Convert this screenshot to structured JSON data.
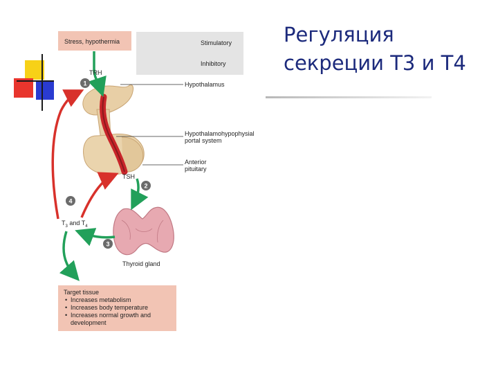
{
  "title": {
    "line1": "Регуляция",
    "line2": "секреции Т3 и Т4"
  },
  "diagram": {
    "stimulus": "Stress, hypothermia",
    "legend": {
      "stimulatory": "Stimulatory",
      "inhibitory": "Inhibitory",
      "stimulatory_color": "#22a05a",
      "inhibitory_color": "#d8312b"
    },
    "hormones": {
      "trh": "TRH",
      "tsh": "TSH",
      "t3": "T",
      "t3_sub": "3",
      "and": " and T",
      "t4_sub": "4"
    },
    "labels": {
      "hypothalamus": "Hypothalamus",
      "portal_line1": "Hypothalamohypophysial",
      "portal_line2": "portal system",
      "anterior_line1": "Anterior",
      "anterior_line2": "pituitary",
      "thyroid": "Thyroid gland"
    },
    "steps": [
      "1",
      "2",
      "3",
      "4"
    ],
    "target": {
      "title": "Target tissue",
      "items": [
        "Increases metabolism",
        "Increases body temperature",
        "Increases normal growth and development"
      ]
    }
  }
}
